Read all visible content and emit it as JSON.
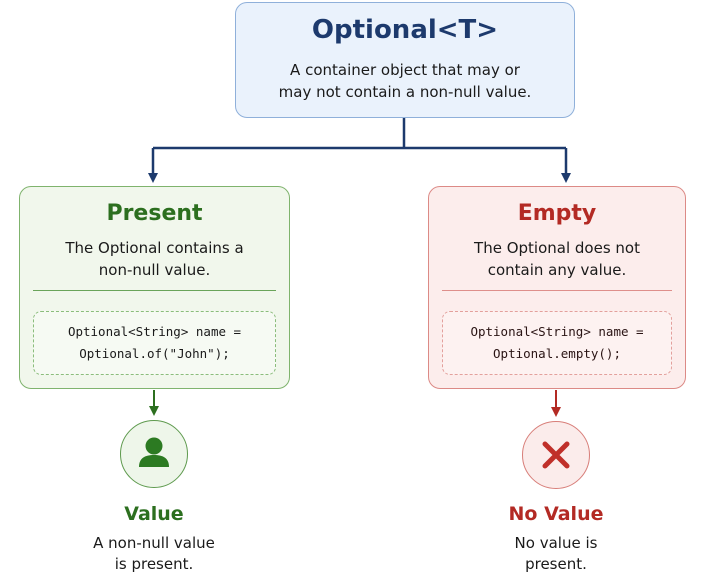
{
  "root": {
    "title": "Optional<T>",
    "description_line1": "A container object that may or",
    "description_line2": "may not contain a non-null value."
  },
  "present": {
    "title": "Present",
    "description_line1": "The Optional contains a",
    "description_line2": "non-null value.",
    "code_line1": "Optional<String> name =",
    "code_line2": "Optional.of(\"John\");",
    "icon": "person-icon",
    "result_title": "Value",
    "result_line1": "A non-null value",
    "result_line2": "is present."
  },
  "empty": {
    "title": "Empty",
    "description_line1": "The Optional does not",
    "description_line2": "contain any value.",
    "code_line1": "Optional<String> name =",
    "code_line2": "Optional.empty();",
    "icon": "x-icon",
    "result_title": "No Value",
    "result_line1": "No value is",
    "result_line2": "present."
  },
  "colors": {
    "root_border": "#8fb0da",
    "root_title": "#1d3a6d",
    "present_accent": "#2c6f1f",
    "empty_accent": "#b32a24",
    "connector": "#1d3a6d"
  }
}
